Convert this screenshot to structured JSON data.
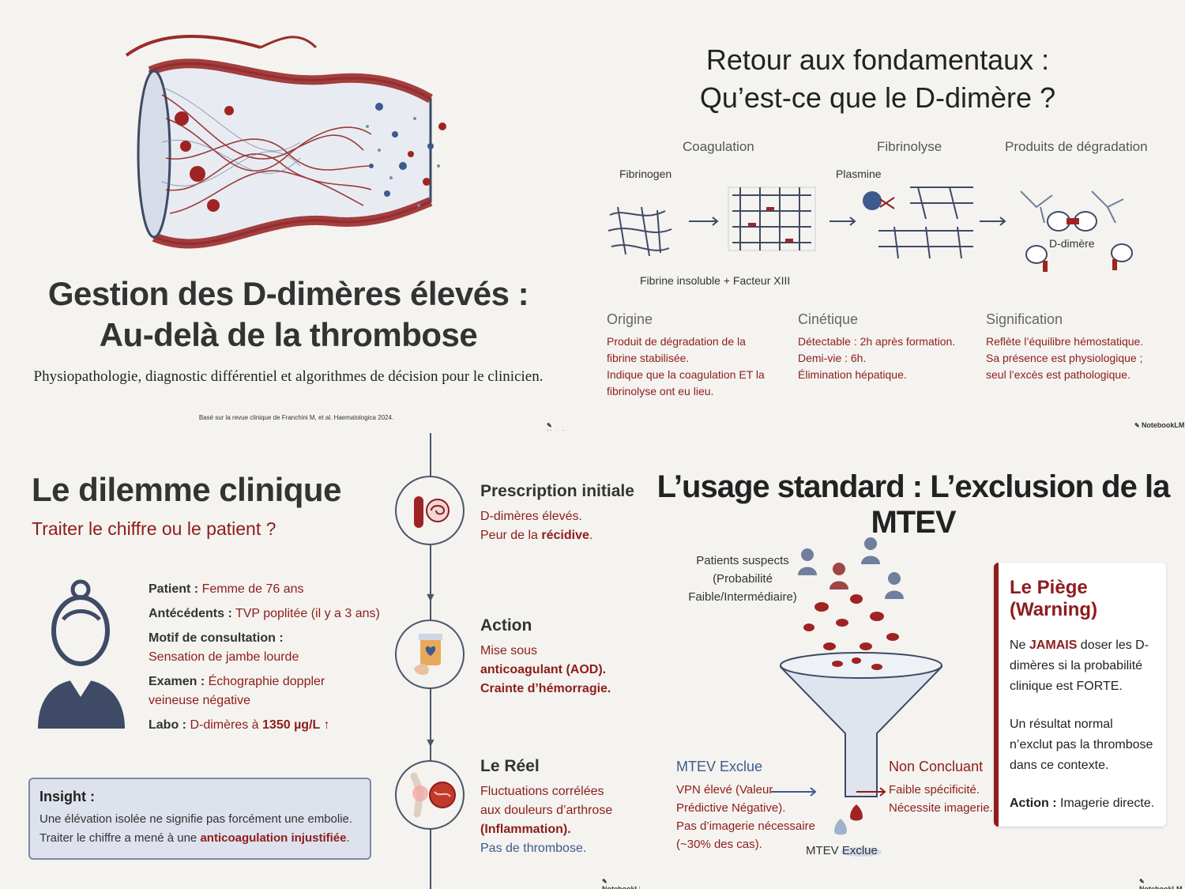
{
  "slide1": {
    "title_line1": "Gestion des D-dimères élevés :",
    "title_line2": "Au-delà de la thrombose",
    "subtitle": "Physiopathologie, diagnostic différentiel et algorithmes de décision pour le clinicien.",
    "source": "Basé sur la revue clinique de Franchini M, et al. Haematologica 2024.",
    "watermark": "Notebo"
  },
  "slide2": {
    "title_line1": "Retour aux fondamentaux :",
    "title_line2": "Qu’est-ce que le D-dimère ?",
    "col_coagulation": "Coagulation",
    "col_fibrinolyse": "Fibrinolyse",
    "col_produits": "Produits de dégradation",
    "label_fibrinogen": "Fibrinogen",
    "label_plasmine": "Plasmine",
    "label_fibrine": "Fibrine insoluble + Facteur XIII",
    "label_ddimere": "D-dimère",
    "origine_h": "Origine",
    "origine_t": [
      "Produit de dégradation de la",
      "fibrine stabilisée.",
      "Indique que la coagulation ET la",
      "fibrinolyse ont eu lieu."
    ],
    "cinetique_h": "Cinétique",
    "cinetique_t": [
      "Détectable : 2h après formation.",
      "Demi-vie : 6h.",
      "Élimination hépatique."
    ],
    "signification_h": "Signification",
    "signification_t": [
      "Reflète l’équilibre hémostatique.",
      "Sa présence est physiologique ;",
      "seul l’excès est pathologique."
    ],
    "watermark": "NotebookLM"
  },
  "slide3": {
    "title": "Le dilemme clinique",
    "subtitle": "Traiter le chiffre ou le patient ?",
    "patient_k": "Patient :",
    "patient_v": " Femme de 76 ans",
    "antecedents_k": "Antécédents :",
    "antecedents_v": " TVP poplitée (il y a 3 ans)",
    "motif_k": "Motif de consultation :",
    "motif_v": "Sensation de jambe lourde",
    "examen_k": "Examen :",
    "examen_v1": " Échographie doppler",
    "examen_v2": "veineuse négative",
    "labo_k": "Labo :",
    "labo_v": " D-dimères à ",
    "labo_val": "1350 µg/L ↑",
    "insight_h": "Insight :",
    "insight_t1": "Une élévation isolée ne signifie pas forcément une embolie.",
    "insight_t2a": "Traiter le chiffre a mené à une ",
    "insight_t2b": "anticoagulation injustifiée",
    "insight_t2c": ".",
    "step1_h": "Prescription initiale",
    "step1_t1": "D-dimères élevés.",
    "step1_t2a": "Peur de la ",
    "step1_t2b": "récidive",
    "step1_t2c": ".",
    "step2_h": "Action",
    "step2_t1": "Mise sous",
    "step2_t2": "anticoagulant (AOD).",
    "step2_t3": "Crainte d’hémorragie.",
    "step3_h": "Le Réel",
    "step3_t1": "Fluctuations corrélées",
    "step3_t2": "aux douleurs d’arthrose",
    "step3_t3": "(Inflammation).",
    "step3_t4": "Pas de thrombose.",
    "watermark": "NotebookLM"
  },
  "slide4": {
    "title": "L’usage standard : L’exclusion de la MTEV",
    "patients_l1": "Patients suspects",
    "patients_l2": "(Probabilité",
    "patients_l3": "Faible/Intermédiaire)",
    "exclue_h": "MTEV Exclue",
    "exclue_t": [
      "VPN élevé (Valeur",
      "Prédictive Négative).",
      "Pas d’imagerie nécessaire",
      "(~30% des cas)."
    ],
    "nc_h": "Non Concluant",
    "nc_t": [
      "Faible spécificité.",
      "Nécessite imagerie."
    ],
    "bottom_label": "MTEV Exclue",
    "warn_h": "Le Piège (Warning)",
    "warn_p1a": "Ne ",
    "warn_p1b": "JAMAIS",
    "warn_p1c": " doser les D-dimères si la probabilité clinique est FORTE.",
    "warn_p2": "Un résultat normal n’exclut pas la thrombose dans ce contexte.",
    "warn_p3a": "Action :",
    "warn_p3b": " Imagerie directe.",
    "watermark": "NotebookLM"
  },
  "colors": {
    "accent_red": "#8e1c1c",
    "slate": "#4a5568",
    "insight_bg": "#dde2ec"
  }
}
